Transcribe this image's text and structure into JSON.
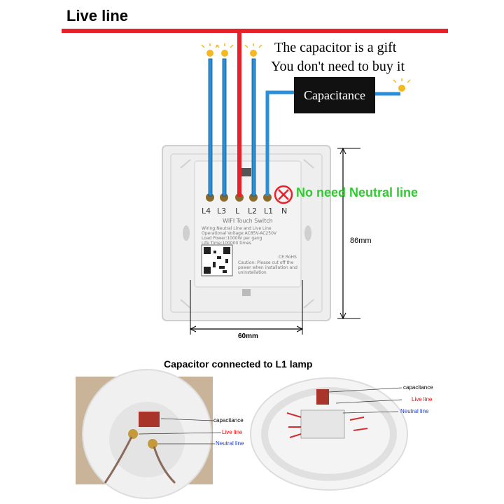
{
  "title": "Live line",
  "note": {
    "line1": "The capacitor is a gift",
    "line2": "You don't need to buy it"
  },
  "capacitor_box": "Capacitance",
  "no_neutral": "No need Neutral line",
  "terminals": [
    "L4",
    "L3",
    "L",
    "L2",
    "L1",
    "N"
  ],
  "switch_label": {
    "name": "WIFI Touch Switch",
    "wiring": "Wiring:Neutral Line and Live Line",
    "voltage": "Operational Voltage:AC85V-AC250V",
    "power": "Load Power:1000W per gang",
    "life": "Life Time:100000 times",
    "cert": "CE RoHS",
    "caution": "Caution: Please cut off the power when installation and uninstallation"
  },
  "dimensions": {
    "height": "86mm",
    "width": "60mm"
  },
  "photo_section": {
    "title": "Capacitor connected to L1 lamp",
    "left_labels": [
      "capacitance",
      "Live line",
      "Neutral line"
    ],
    "right_labels": [
      "capacitance",
      "Live line",
      "Neutral line"
    ]
  },
  "colors": {
    "live": "#e8202a",
    "wire": "#2a8fd6",
    "neutral_text": "#2ecc2e"
  }
}
